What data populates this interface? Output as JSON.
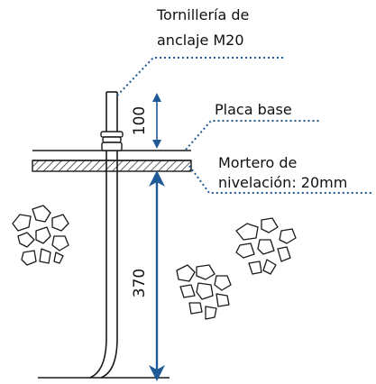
{
  "labels": {
    "anchor_bolts_line1": "Tornillería de",
    "anchor_bolts_line2": "anclaje M20",
    "base_plate": "Placa base",
    "grout_line1": "Mortero de",
    "grout_line2": "nivelación:  20mm"
  },
  "dimensions": {
    "bolt_projection": "100",
    "embedment_depth": "370"
  },
  "colors": {
    "line": "#1a1a1a",
    "dimension_arrow": "#1f5a96",
    "leader": "#1f5a96",
    "hatch_fill": "#d9d9d9"
  }
}
